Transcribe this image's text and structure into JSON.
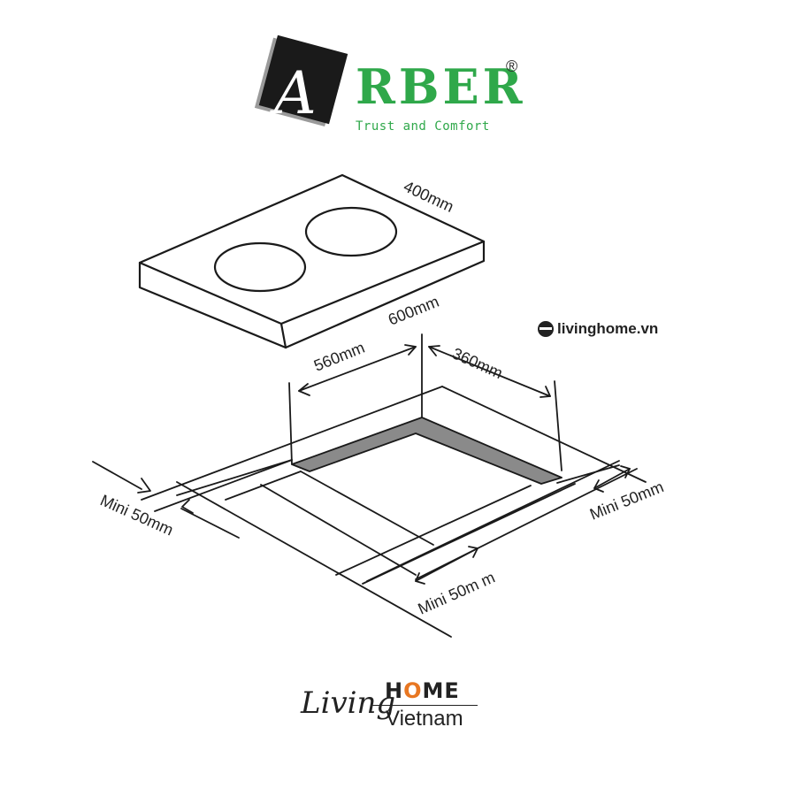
{
  "brand": {
    "initial": "A",
    "name": "RBER",
    "registered": "®",
    "tagline": "Trust and Comfort",
    "color": "#2fa84a"
  },
  "watermark": {
    "icon": "livinghome-globe-icon",
    "text": "livinghome.vn"
  },
  "diagram": {
    "hob": {
      "depth_label": "400mm",
      "width_label": "600mm",
      "burners": 2
    },
    "cutout": {
      "width_label": "560mm",
      "depth_label": "360mm"
    },
    "clearances": {
      "left_label": "Mini 50mm",
      "front_label": "Mini 50m m",
      "right_label": "Mini 50mm"
    },
    "line_color": "#1a1a1a",
    "edge_fill": "#8a8a8a"
  },
  "footer_logo": {
    "script": "Living",
    "home_h": "H",
    "home_o": "O",
    "home_me": "ME",
    "sub": "Vietnam",
    "accent": "#e87722"
  }
}
